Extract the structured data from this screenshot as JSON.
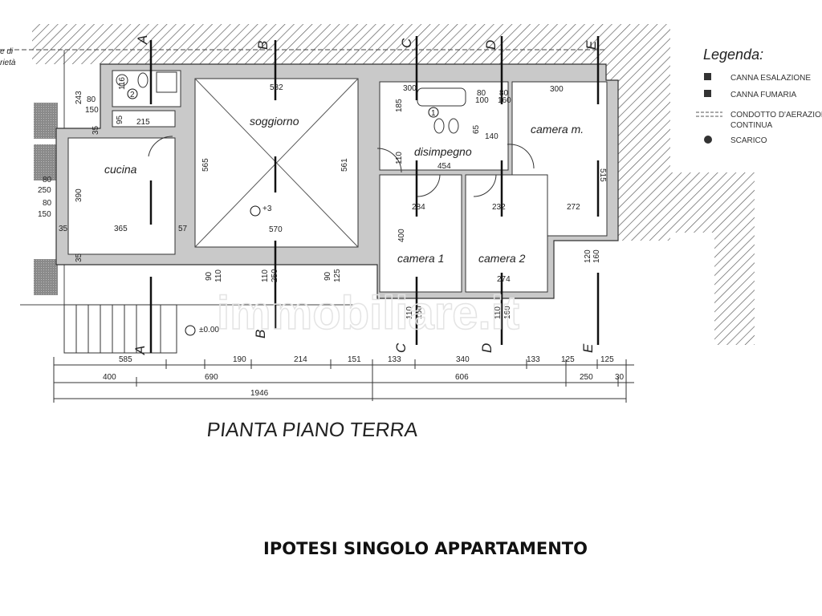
{
  "title": "PIANTA PIANO TERRA",
  "caption": "IPOTESI SINGOLO APPARTAMENTO",
  "corner_text": [
    "e di",
    "rietà"
  ],
  "watermark": "immobiliare.it",
  "legend": {
    "title": "Legenda:",
    "items": [
      {
        "icon": "canna-esalazione-icon",
        "label": "CANNA ESALAZIONE"
      },
      {
        "icon": "canna-fumaria-icon",
        "label": "CANNA FUMARIA"
      },
      {
        "icon": "condotto-icon",
        "label": "CONDOTTO D'AERAZIONE",
        "label2": "CONTINUA"
      },
      {
        "icon": "scarico-icon",
        "label": "SCARICO"
      }
    ]
  },
  "rooms": [
    "cucina",
    "soggiorno",
    "disimpegno",
    "camera m.",
    "camera 1",
    "camera 2"
  ],
  "sections": [
    "A",
    "B",
    "C",
    "D",
    "E"
  ],
  "elevations": [
    "+3",
    "±0.00"
  ],
  "bathroom_marks": [
    "2",
    "1"
  ],
  "interior_dims": [
    "243",
    "80",
    "150",
    "116",
    "95",
    "215",
    "35",
    "80",
    "250",
    "80",
    "150",
    "390",
    "365",
    "35",
    "35",
    "57",
    "582",
    "565",
    "561",
    "570",
    "300",
    "185",
    "300",
    "80",
    "100",
    "80",
    "160",
    "65",
    "140",
    "110",
    "454",
    "284",
    "232",
    "272",
    "515",
    "400",
    "274",
    "120",
    "160",
    "90",
    "110",
    "110",
    "250",
    "90",
    "125",
    "110",
    "160",
    "110",
    "160"
  ],
  "bottom_dims": {
    "row1": [
      "585",
      "190",
      "214",
      "151",
      "133",
      "340",
      "133",
      "125",
      "125"
    ],
    "row2": [
      "400",
      "690",
      "606",
      "250",
      "30"
    ],
    "total": "1946"
  },
  "colors": {
    "wall": "#c9c9c9",
    "line": "#333333"
  }
}
